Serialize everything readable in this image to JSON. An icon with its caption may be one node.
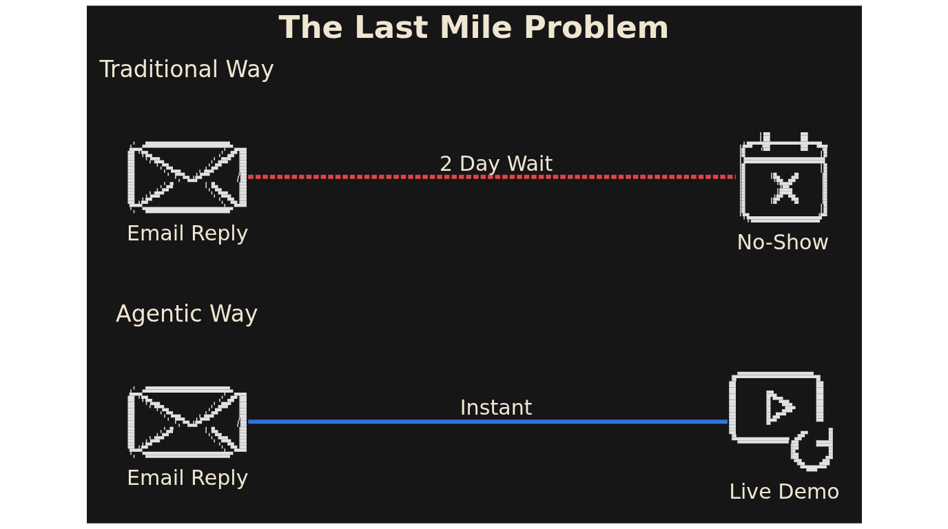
{
  "diagram": {
    "title": "The Last Mile Problem",
    "nodes": [
      {
        "text": [],
        "shape": "picture",
        "beside": [
          "Email Reply"
        ]
      },
      {
        "text": [],
        "shape": "picture",
        "beside": [
          "No-Show"
        ]
      },
      {
        "text": [],
        "shape": "picture",
        "beside": [
          "Email Reply"
        ]
      },
      {
        "text": [],
        "shape": "picture",
        "beside": [
          "Live Demo"
        ]
      }
    ],
    "edges": [
      {
        "from": 0,
        "to": 1,
        "arrow": "none",
        "label": "2 Day Wait",
        "style": "dashed",
        "color": "#e04444"
      },
      {
        "from": 2,
        "to": 3,
        "arrow": "none",
        "label": "Instant",
        "color": "#2f74e0"
      }
    ],
    "labels": [
      "Traditional Way",
      "Agentic Way"
    ]
  }
}
